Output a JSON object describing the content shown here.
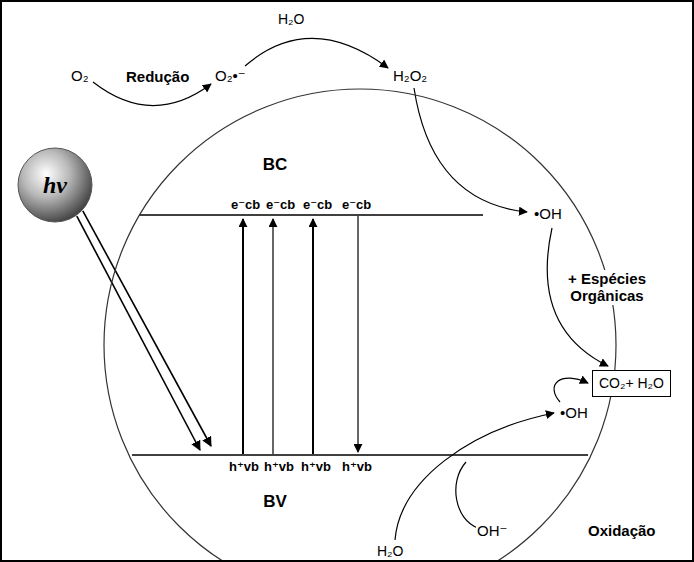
{
  "diagram": {
    "nodes": [
      {
        "text": [
          "hν"
        ]
      },
      {
        "text": [
          "BC",
          "BV"
        ]
      },
      {
        "text": [
          "CO₂+ H₂O"
        ]
      }
    ],
    "edges": [
      {
        "from": 0,
        "to": 1,
        "arrow": "to"
      },
      {
        "from": 0,
        "to": 1,
        "arrow": "to"
      }
    ],
    "labels": [
      "O₂",
      "Redução",
      "O₂•⁻",
      "H₂O",
      "H₂O₂",
      "•OH",
      "+ Espécies Orgânicas",
      "•OH",
      "OH⁻",
      "Oxidação",
      "H₂O",
      "e⁻cb",
      "e⁻cb",
      "e⁻cb",
      "e⁻cb",
      "h⁺vb",
      "h⁺vb",
      "h⁺vb",
      "h⁺vb"
    ]
  }
}
